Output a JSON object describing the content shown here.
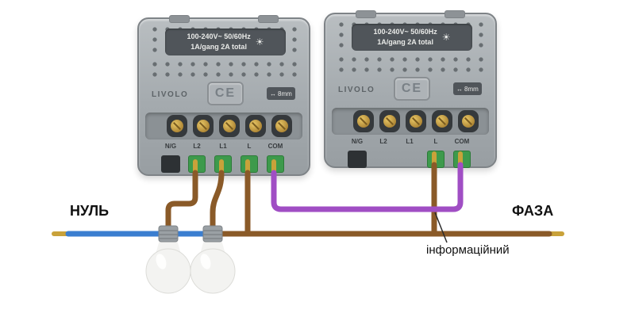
{
  "diagram": {
    "labels": {
      "neutral": "НУЛЬ",
      "phase": "ФАЗА",
      "signal": "інформаційний"
    }
  },
  "modules": [
    {
      "brand": "LIVOLO",
      "rating_line1": "100-240V~  50/60Hz",
      "rating_line2": "1A/gang 2A total",
      "ce_mark": "CE",
      "strip_note": "8mm",
      "terminals": [
        "N/G",
        "L2",
        "L1",
        "L",
        "COM"
      ]
    },
    {
      "brand": "LIVOLO",
      "rating_line1": "100-240V~  50/60Hz",
      "rating_line2": "1A/gang 2A total",
      "ce_mark": "CE",
      "strip_note": "8mm",
      "terminals": [
        "N/G",
        "L2",
        "L1",
        "L",
        "COM"
      ]
    }
  ],
  "icons": {
    "brightness": "☀",
    "strip_length": "↔"
  },
  "colors": {
    "neutral_wire": "#3b7ed0",
    "phase_wire": "#8a5a28",
    "signal_wire": "#a04ec4",
    "bare_conductor": "#c9a23a",
    "terminal_block": "#3d9a4c",
    "module_body": "#a8adb1"
  }
}
